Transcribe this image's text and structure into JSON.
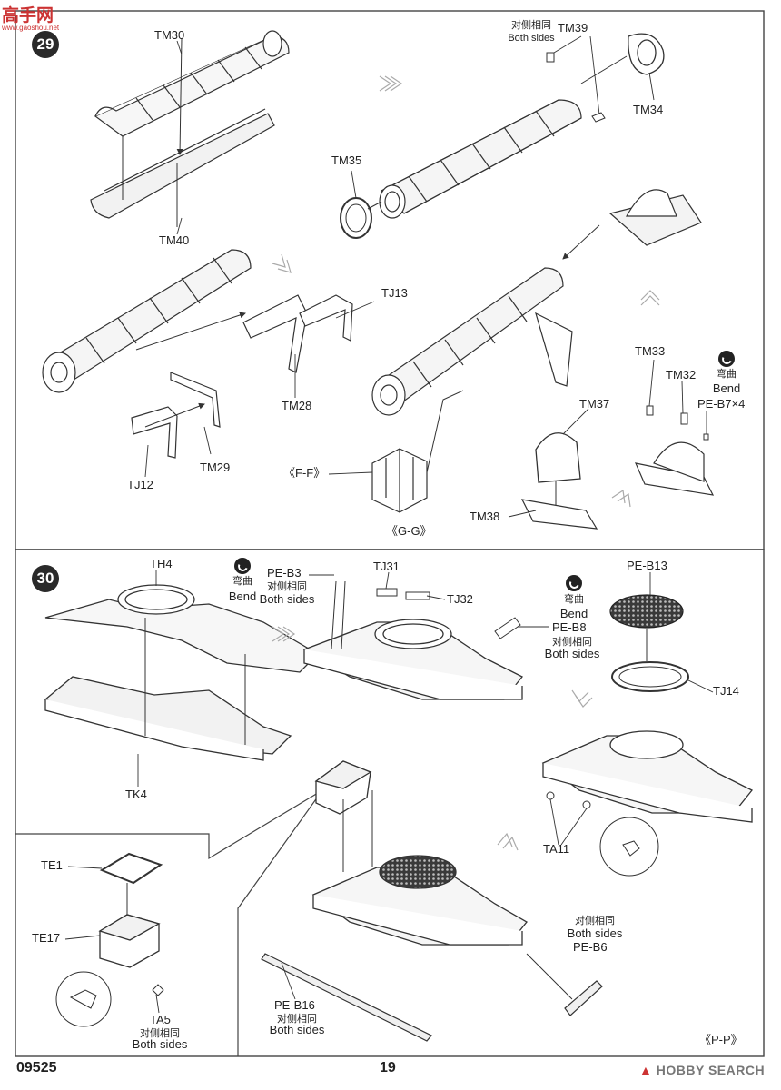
{
  "watermark": {
    "site_logo": "高手网",
    "site_url": "www.gaoshou.net",
    "corner": "HOBBY SEARCH"
  },
  "step29": {
    "number": "29",
    "labels": {
      "tm30": "TM30",
      "tm40": "TM40",
      "tm39": "TM39",
      "tm39_note_cn": "对侧相同",
      "tm39_note_en": "Both sides",
      "tm34": "TM34",
      "tm35": "TM35",
      "tj13": "TJ13",
      "tm28": "TM28",
      "tj12": "TJ12",
      "tm29": "TM29",
      "ff": "《F-F》",
      "gg": "《G-G》",
      "tm33": "TM33",
      "tm32": "TM32",
      "bend_cn": "弯曲",
      "bend_en": "Bend",
      "peb7": "PE-B7×4",
      "tm37": "TM37",
      "tm38": "TM38"
    }
  },
  "step30": {
    "number": "30",
    "labels": {
      "th4": "TH4",
      "tk4": "TK4",
      "bend1_cn": "弯曲",
      "bend1_en": "Bend",
      "peb3": "PE-B3",
      "peb3_note_cn": "对侧相同",
      "peb3_note_en": "Both sides",
      "tj31": "TJ31",
      "tj32": "TJ32",
      "bend2_cn": "弯曲",
      "bend2_en": "Bend",
      "peb8": "PE-B8",
      "peb8_note_cn": "对侧相同",
      "peb8_note_en": "Both sides",
      "peb13": "PE-B13",
      "tj14": "TJ14",
      "ta11": "TA11",
      "te1": "TE1",
      "te17": "TE17",
      "ta5": "TA5",
      "ta5_note_cn": "对侧相同",
      "ta5_note_en": "Both sides",
      "peb6_note_cn": "对侧相同",
      "peb6_note_en": "Both sides",
      "peb6": "PE-B6",
      "peb16": "PE-B16",
      "peb16_note_cn": "对侧相同",
      "peb16_note_en": "Both sides",
      "pp": "《P-P》"
    }
  },
  "footer": {
    "code": "09525",
    "page": "19"
  }
}
